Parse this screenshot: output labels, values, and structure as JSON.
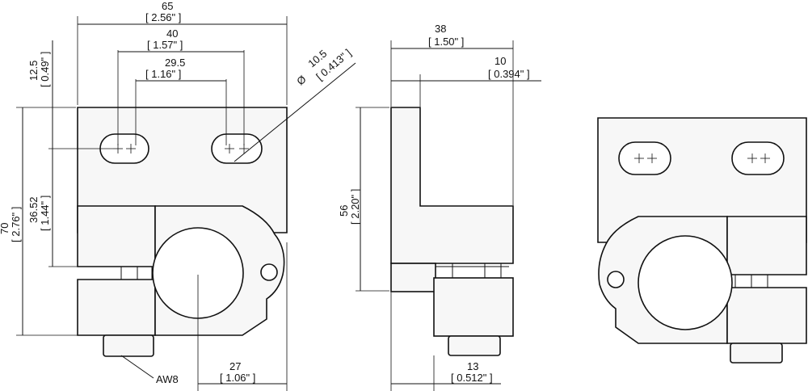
{
  "dimensions": {
    "width_65": "65",
    "width_65_in": "[ 2.56\" ]",
    "width_40": "40",
    "width_40_in": "[ 1.57\" ]",
    "width_29_5": "29.5",
    "width_29_5_in": "[ 1.16\" ]",
    "height_12_5": "12.5",
    "height_12_5_in": "[ 0.49\" ]",
    "diameter_symbol": "Ø",
    "diameter": "10.5",
    "diameter_in": "[ 0.413\" ]",
    "height_36_52": "36.52",
    "height_36_52_in": "[ 1.44\" ]",
    "height_70": "70",
    "height_70_in": "[ 2.76\" ]",
    "width_27": "27",
    "width_27_in": "[ 1.06\" ]",
    "screw_label": "AW8",
    "depth_38": "38",
    "depth_38_in": "[ 1.50\" ]",
    "depth_10": "10",
    "depth_10_in": "[ 0.394\" ]",
    "height_56": "56",
    "height_56_in": "[ 2.20\" ]",
    "depth_13": "13",
    "depth_13_in": "[ 0.512\" ]"
  }
}
